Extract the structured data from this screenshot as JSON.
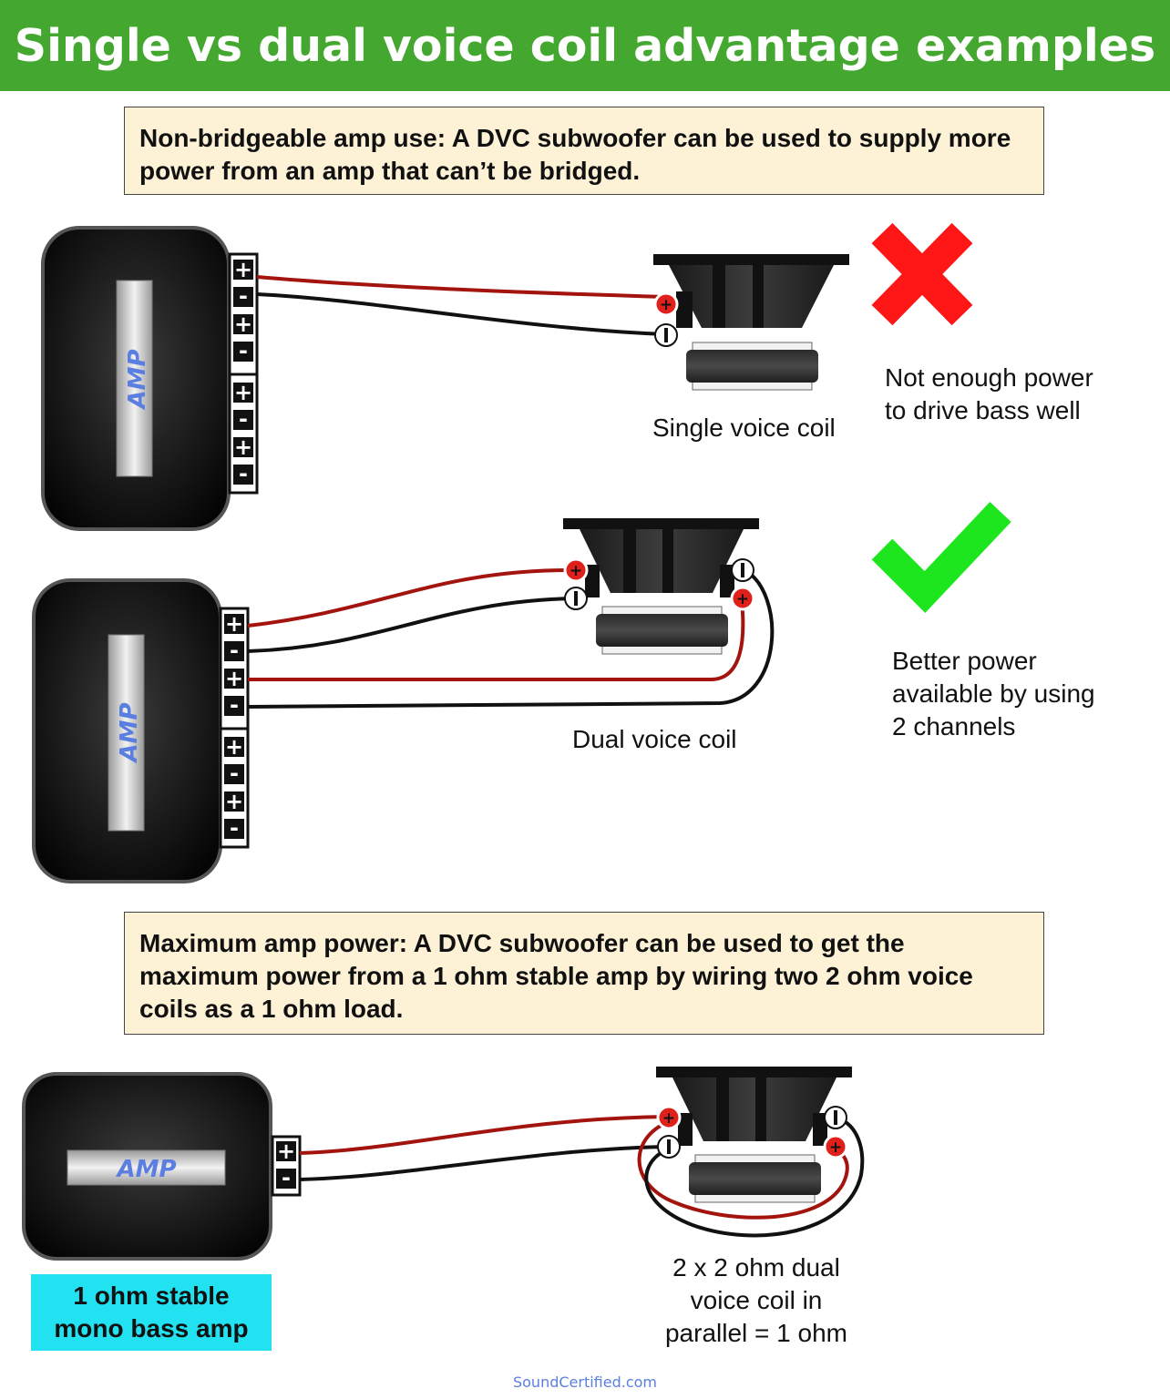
{
  "title": "Single vs dual voice coil advantage examples",
  "note1": {
    "text": "Non-bridgeable amp use: A DVC subwoofer can be used to supply more power from an amp that can’t be bridged."
  },
  "note2": {
    "text": "Maximum amp power: A DVC subwoofer can be used to get the maximum power from a 1 ohm stable amp by wiring two 2 ohm voice coils as a 1 ohm load."
  },
  "amp_label": "AMP",
  "terminals": {
    "plus": "+",
    "minus": "-"
  },
  "section1": {
    "speaker_label": "Single voice coil",
    "result_line1": "Not enough power",
    "result_line2": "to drive bass well"
  },
  "section2": {
    "speaker_label": "Dual voice coil",
    "result_line1": "Better power",
    "result_line2": "available by using",
    "result_line3": "2 channels"
  },
  "section3": {
    "amp_badge_line1": "1 ohm stable",
    "amp_badge_line2": "mono bass amp",
    "speaker_label_line1": "2 x 2 ohm dual",
    "speaker_label_line2": "voice coil in",
    "speaker_label_line3": "parallel = 1 ohm"
  },
  "footer": "SoundCertified.com",
  "colors": {
    "header": "#44a830",
    "note_bg": "#fdf1d6",
    "badge": "#22e2f2",
    "wire_red": "#a3140e",
    "wire_black": "#111111",
    "cross": "#ff1616",
    "check": "#1ee61e",
    "amp_text": "#5b7fe0"
  }
}
